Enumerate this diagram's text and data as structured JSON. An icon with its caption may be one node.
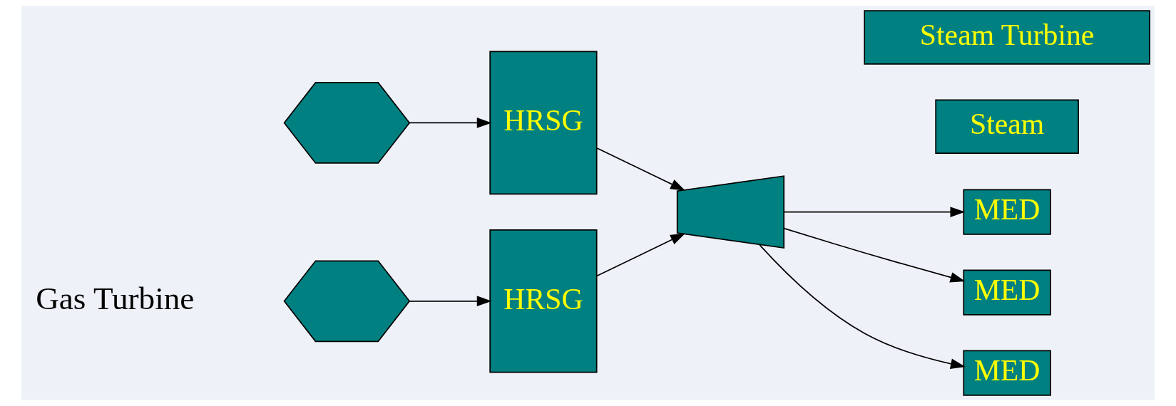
{
  "diagram": {
    "nodes": [
      {
        "text": [],
        "shape": "picture"
      },
      {
        "text": [],
        "shape": "picture"
      },
      {
        "text": [
          "HRSG"
        ]
      },
      {
        "text": [
          "HRSG"
        ]
      },
      {
        "text": [],
        "shape": "trapezoid"
      },
      {
        "text": [
          "Steam Turbine"
        ]
      },
      {
        "text": [
          "Steam"
        ]
      },
      {
        "text": [
          "MED"
        ]
      },
      {
        "text": [
          "MED"
        ]
      },
      {
        "text": [
          "MED"
        ]
      }
    ],
    "edges": [
      {
        "from": 0,
        "to": 2,
        "arrow": "to"
      },
      {
        "from": 1,
        "to": 3,
        "arrow": "to"
      },
      {
        "from": 2,
        "to": 4,
        "arrow": "to"
      },
      {
        "from": 3,
        "to": 4,
        "arrow": "to"
      },
      {
        "from": 4,
        "to": 7,
        "arrow": "to"
      },
      {
        "from": 4,
        "to": 8,
        "arrow": "to"
      },
      {
        "from": 4,
        "to": 9,
        "arrow": "to"
      }
    ],
    "labels": [
      "Gas Turbine"
    ]
  }
}
